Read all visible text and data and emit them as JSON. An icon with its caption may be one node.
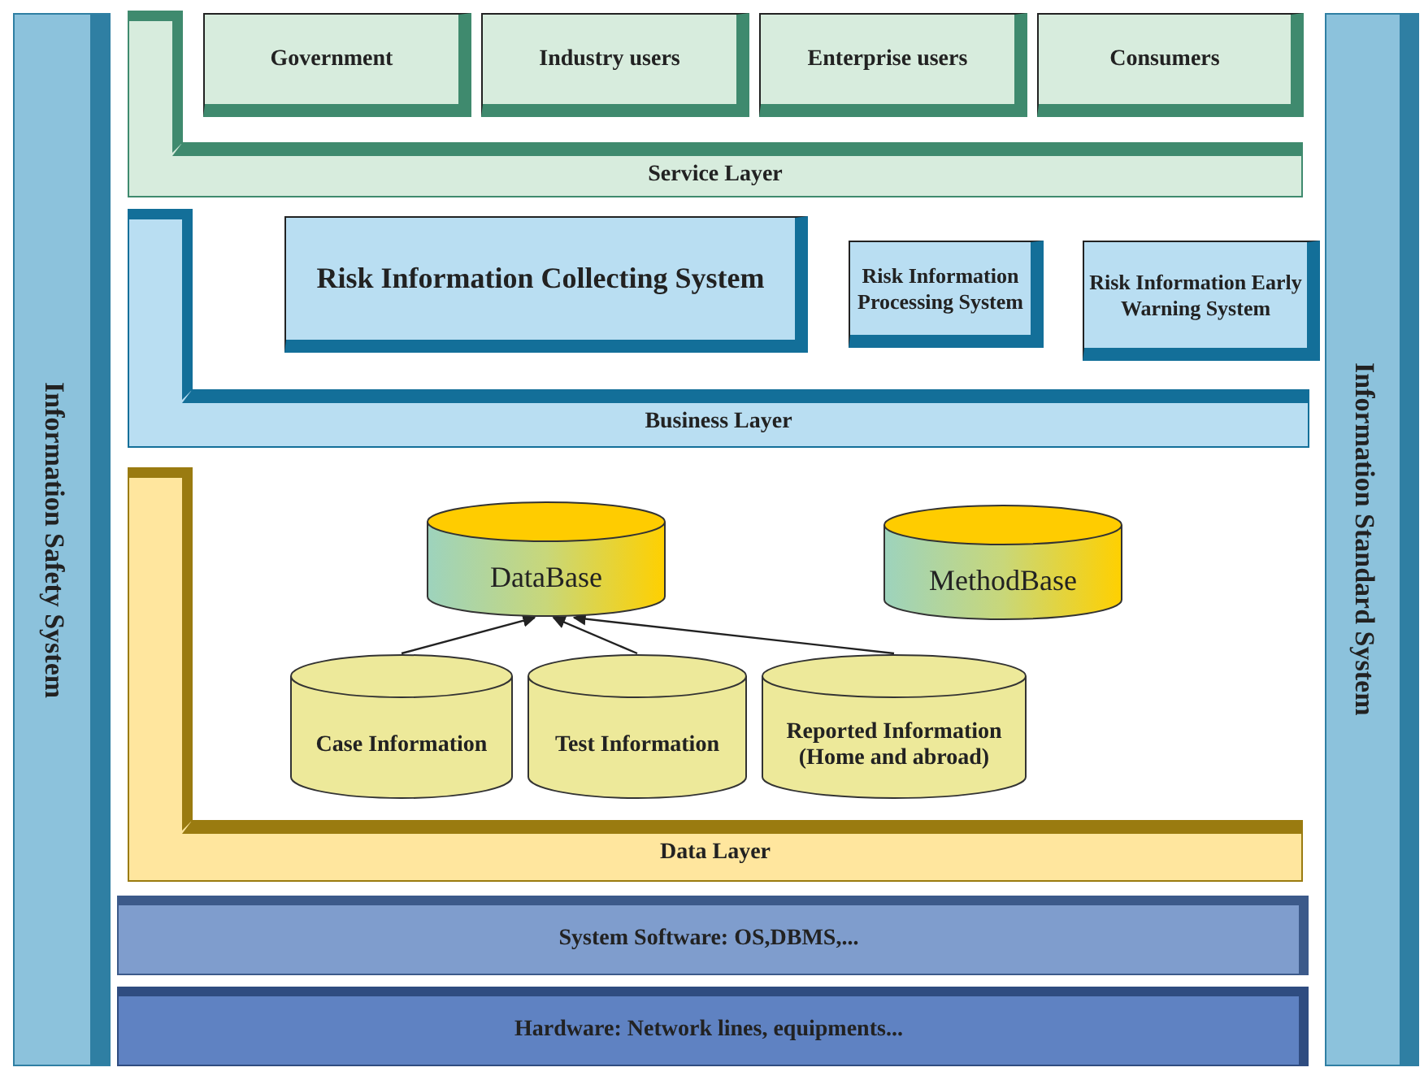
{
  "diagram": {
    "nodes": [
      {
        "text": [
          "Information Safety System"
        ]
      },
      {
        "text": [
          "Service Layer"
        ]
      },
      {
        "text": [
          "Government"
        ],
        "in": 1
      },
      {
        "text": [
          "Industry users"
        ],
        "in": 1
      },
      {
        "text": [
          "Enterprise users"
        ],
        "in": 1
      },
      {
        "text": [
          "Consumers"
        ],
        "in": 1
      },
      {
        "text": [
          "Business Layer"
        ]
      },
      {
        "text": [
          "Risk Information Collecting System"
        ],
        "in": 6
      },
      {
        "text": [
          "Risk Information Processing System"
        ],
        "in": 6
      },
      {
        "text": [
          "Risk Information Early Warning System"
        ],
        "in": 6
      },
      {
        "text": [
          "Data Layer"
        ]
      },
      {
        "text": [
          "DataBase"
        ],
        "in": 10
      },
      {
        "text": [
          "MethodBase"
        ],
        "in": 10
      },
      {
        "text": [
          "Case Information"
        ],
        "in": 10
      },
      {
        "text": [
          "Test Information"
        ],
        "in": 10
      },
      {
        "text": [
          "Reported Information (Home and abroad)"
        ],
        "in": 10
      },
      {
        "text": [
          "System Software: OS,DBMS,..."
        ]
      },
      {
        "text": [
          "Hardware: Network lines, equipments..."
        ]
      },
      {
        "text": [
          "Information Standard System"
        ]
      }
    ],
    "edges": [
      {
        "from": 13,
        "to": 11,
        "arrow": "to"
      },
      {
        "from": 14,
        "to": 11,
        "arrow": "to"
      },
      {
        "from": 15,
        "to": 11,
        "arrow": "to"
      }
    ]
  }
}
